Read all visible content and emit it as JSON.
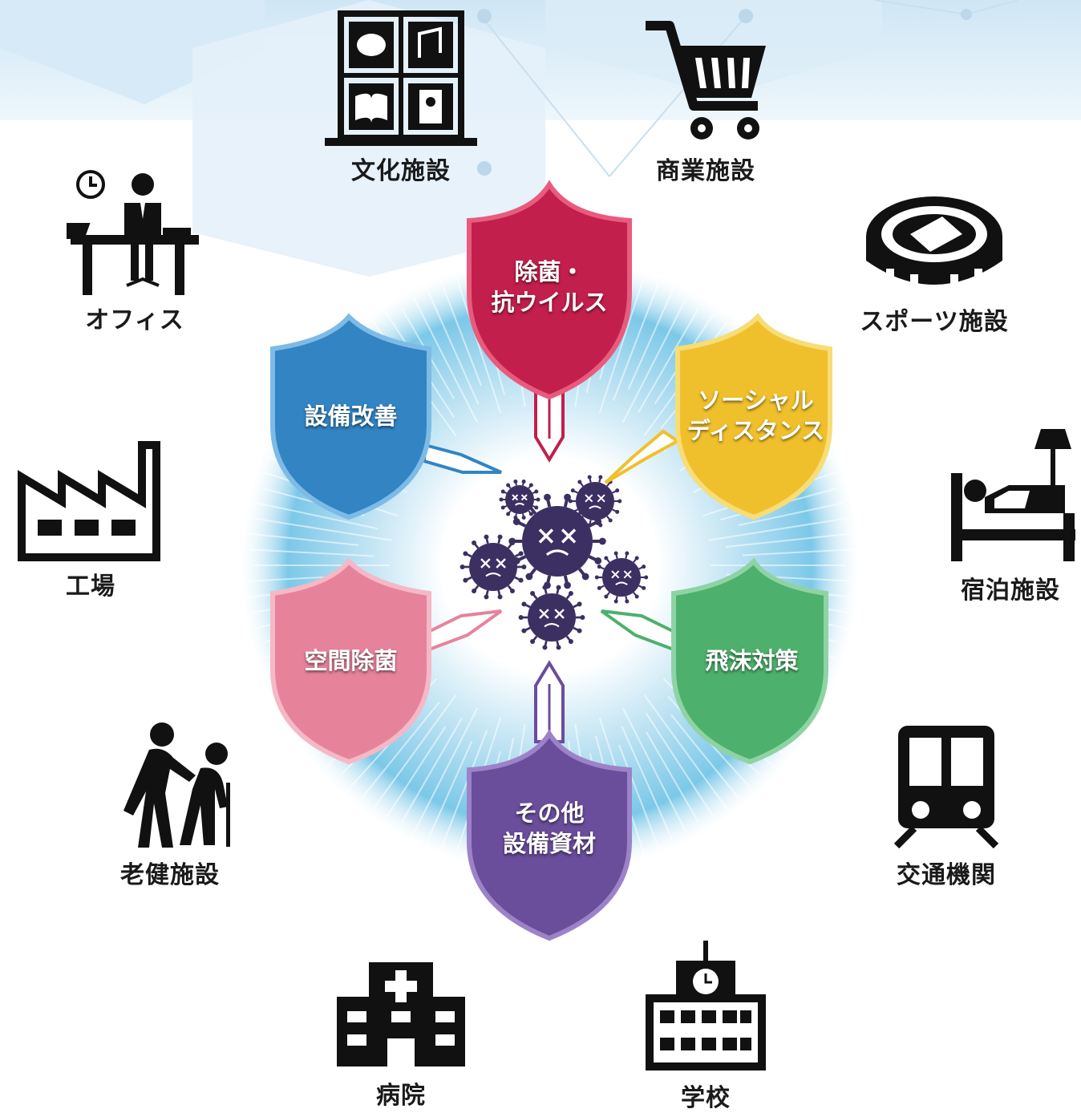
{
  "facilities": {
    "culture": "文化施設",
    "commercial": "商業施設",
    "office": "オフィス",
    "sports": "スポーツ施設",
    "factory": "工場",
    "lodging": "宿泊施設",
    "elderly": "老健施設",
    "transport": "交通機関",
    "hospital": "病院",
    "school": "学校"
  },
  "shields": {
    "disinfection": {
      "line1": "除菌・",
      "line2": "抗ウイルス",
      "color": "#c21f4c"
    },
    "distance": {
      "line1": "ソーシャル",
      "line2": "ディスタンス",
      "color": "#f0c02c"
    },
    "droplet": {
      "line1": "飛沫対策",
      "color": "#4db06c"
    },
    "other": {
      "line1": "その他",
      "line2": "設備資材",
      "color": "#6a4d9b"
    },
    "space": {
      "line1": "空間除菌",
      "color": "#e6839b"
    },
    "equipment": {
      "line1": "設備改善",
      "color": "#3284c3"
    }
  },
  "colors": {
    "virus": "#3c2f62",
    "glow": "#6cc2e6",
    "icon": "#111111"
  }
}
